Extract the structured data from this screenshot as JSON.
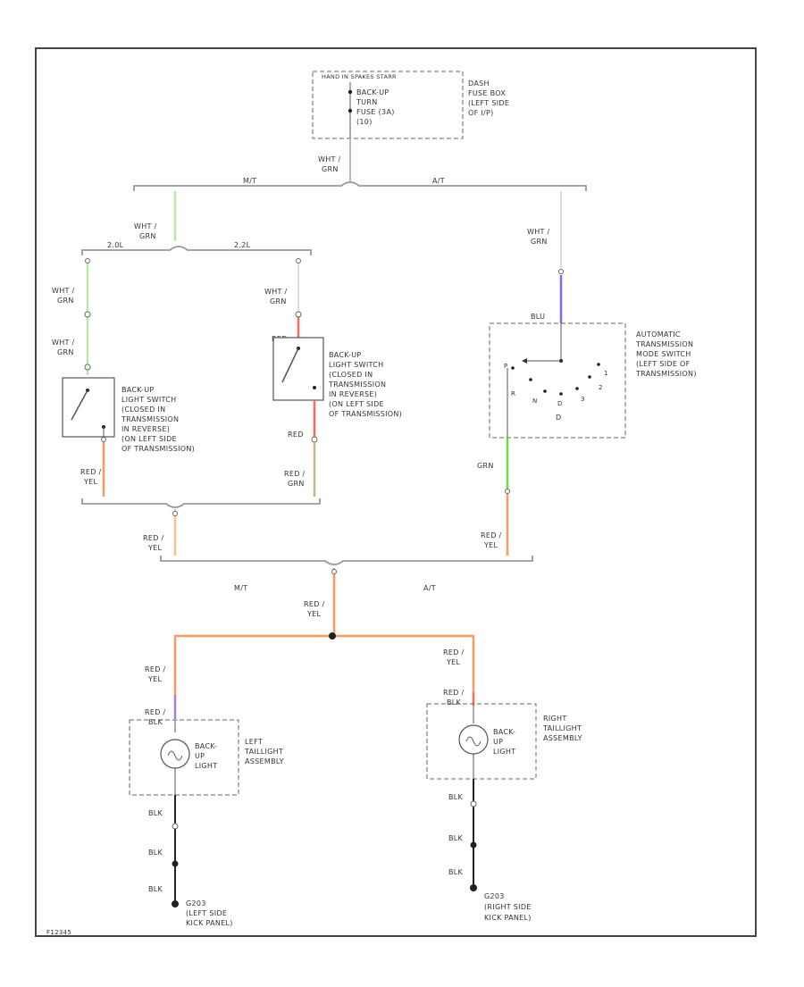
{
  "fuse_box": {
    "header": "HAND IN SPAKES STARR",
    "lines": [
      "BACK-UP",
      "TURN",
      "FUSE (3A)",
      "(10)"
    ],
    "location": [
      "DASH",
      "FUSE BOX",
      "(LEFT SIDE",
      "OF I/P)"
    ]
  },
  "branches": {
    "main_wire": [
      "WHT /",
      "GRN"
    ],
    "mt_label": "M/T",
    "at_label": "A/T",
    "mt_wire": [
      "WHT /",
      "GRN"
    ],
    "engine_left": "2.0L",
    "engine_right": "2.2L",
    "at_wire": [
      "WHT /",
      "GRN"
    ]
  },
  "left_switch": {
    "wire_top_a": [
      "WHT /",
      "GRN"
    ],
    "wire_top_b": [
      "WHT /",
      "GRN"
    ],
    "description": [
      "BACK-UP",
      "LIGHT SWITCH",
      "(CLOSED IN",
      "TRANSMISSION",
      "IN REVERSE)",
      "(ON LEFT SIDE",
      "OF TRANSMISSION)"
    ],
    "wire_bottom": [
      "RED /",
      "YEL"
    ]
  },
  "right_switch": {
    "wire_top_a": [
      "WHT /",
      "GRN"
    ],
    "wire_top_b": "RED",
    "description": [
      "BACK-UP",
      "LIGHT SWITCH",
      "(CLOSED IN",
      "TRANSMISSION",
      "IN REVERSE)",
      "(ON LEFT SIDE",
      "OF TRANSMISSION)"
    ],
    "wire_mid": "RED",
    "wire_bottom": [
      "RED /",
      "GRN"
    ]
  },
  "auto_switch": {
    "wire_top": "BLU",
    "description": [
      "AUTOMATIC",
      "TRANSMISSION",
      "MODE SWITCH",
      "(LEFT SIDE OF",
      "TRANSMISSION)"
    ],
    "positions": [
      "P",
      "R",
      "N",
      "D",
      "3",
      "2",
      "1"
    ],
    "d_label": "D",
    "wire_bottom": "GRN"
  },
  "junction": {
    "left_wire": [
      "RED /",
      "YEL"
    ],
    "right_wire": [
      "RED /",
      "YEL"
    ],
    "mt_label": "M/T",
    "at_label": "A/T",
    "center_wire": [
      "RED /",
      "YEL"
    ]
  },
  "left_lamp": {
    "wire_in": [
      "RED /",
      "YEL"
    ],
    "wire_pin": [
      "RED /",
      "BLK"
    ],
    "lamp_label": [
      "BACK-",
      "UP",
      "LIGHT"
    ],
    "assembly": [
      "LEFT",
      "TAILLIGHT",
      "ASSEMBLY"
    ],
    "ground_wires": [
      "BLK",
      "BLK",
      "BLK"
    ],
    "ground": [
      "G203",
      "(LEFT SIDE",
      "KICK PANEL)"
    ]
  },
  "right_lamp": {
    "wire_in": [
      "RED /",
      "YEL"
    ],
    "wire_pin": [
      "RED /",
      "BLK"
    ],
    "lamp_label": [
      "BACK-",
      "UP",
      "LIGHT"
    ],
    "assembly": [
      "RIGHT",
      "TAILLIGHT",
      "ASSEMBLY"
    ],
    "ground_wires": [
      "BLK",
      "BLK",
      "BLK"
    ],
    "ground": [
      "G203",
      "(RIGHT SIDE",
      "KICK PANEL)"
    ]
  },
  "footer_code": "F12345",
  "colors": {
    "wht_grn": "#b8e8a8",
    "red": "#ff6a5a",
    "red_yel": "#ff9a5a",
    "red_grn": "#c8b48c",
    "blu": "#7a6cff",
    "grn": "#66dd44",
    "red_blk": "#b07ad8",
    "blk": "#222222"
  }
}
